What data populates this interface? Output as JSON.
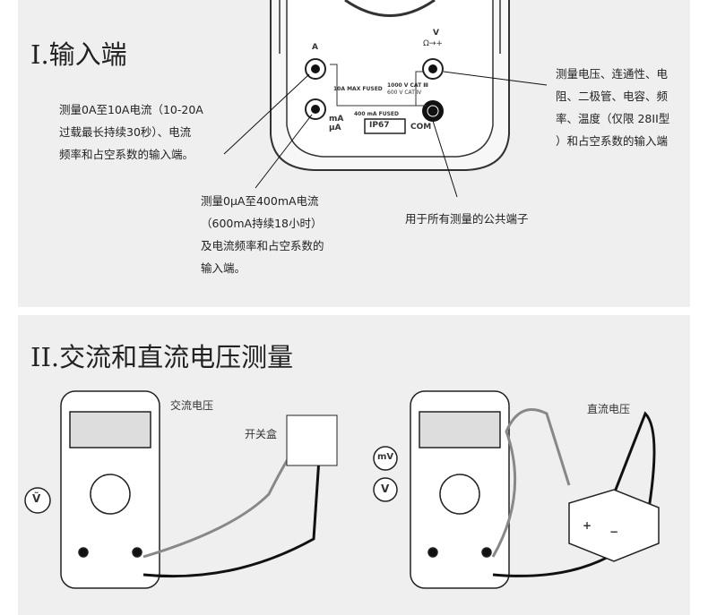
{
  "section1": {
    "title": "I.输入端",
    "note_a": [
      "测量0A至10A电流（10-20A",
      "过载最长持续30秒）、电流",
      "频率和占空系数的输入端。"
    ],
    "note_ma": [
      "测量0μA至400mA电流",
      "（600mA持续18小时）",
      "及电流频率和占空系数的",
      "输入端。"
    ],
    "note_v": [
      "测量电压、连通性、电",
      "阻、二极管、电容、频",
      "率、温度（仅限 28II型",
      "）和占空系数的输入端"
    ],
    "note_com": "用于所有测量的公共端子",
    "panel_labels": {
      "a": "A",
      "v": "V",
      "ohm": "Ω→+",
      "fuse10": "10A MAX FUSED",
      "cat3": "1000 V CAT Ⅲ",
      "cat4": "600 V CAT Ⅳ",
      "fuse400": "400 mA FUSED",
      "ma": "mA",
      "ua": "μA",
      "ip": "IP67",
      "com": "COM"
    }
  },
  "section2": {
    "title": "II.交流和直流电压测量",
    "ac_label": "交流电压",
    "box_label": "开关盒",
    "dc_label": "直流电压",
    "ac_symbol": "Ṽ",
    "mv_symbol": "mV",
    "dc_symbol": "V",
    "battery_plus": "+",
    "battery_minus": "−"
  }
}
